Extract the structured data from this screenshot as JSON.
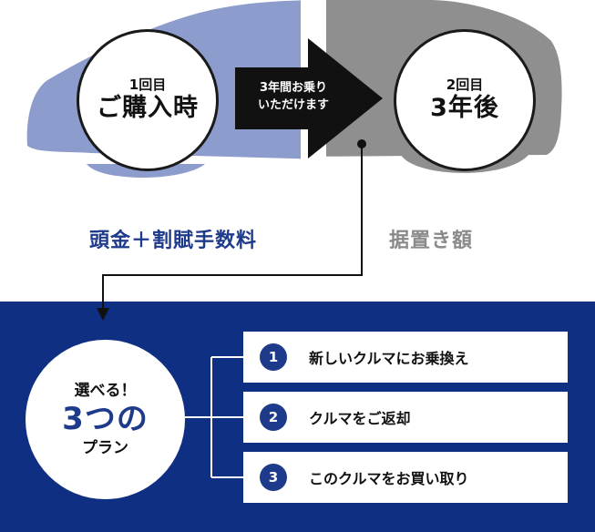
{
  "step1": {
    "count": "1回目",
    "title": "ご購入時"
  },
  "arrow": {
    "line1": "3年間お乗り",
    "line2": "いただけます"
  },
  "step2": {
    "count": "2回目",
    "title": "3年後"
  },
  "labels": {
    "payment": "頭金＋割賦手数料",
    "residual": "据置き額"
  },
  "plans": {
    "heading_top": "選べる！",
    "heading_main": "3つの",
    "heading_bottom": "プラン",
    "options": [
      {
        "num": "1",
        "label": "新しいクルマにお乗換え"
      },
      {
        "num": "2",
        "label": "クルマをご返却"
      },
      {
        "num": "3",
        "label": "このクルマをお買い取り"
      }
    ]
  },
  "colors": {
    "navy": "#0f2f82",
    "blue_text": "#1e3a8a",
    "car_blue": "#8c9ccc",
    "car_gray": "#8f8f8f",
    "gray_text": "#8a8a8a"
  }
}
